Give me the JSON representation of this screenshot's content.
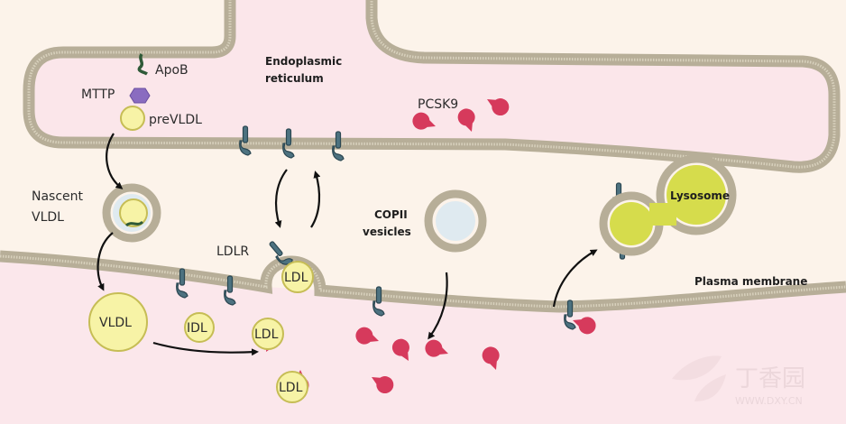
{
  "labels": {
    "apob": "ApoB",
    "mttp": "MTTP",
    "prevldl": "preVLDL",
    "er_line1": "Endoplasmic",
    "er_line2": "reticulum",
    "pcsk9": "PCSK9",
    "nascent_line1": "Nascent",
    "nascent_line2": "VLDL",
    "ldlr": "LDLR",
    "copii_line1": "COPII",
    "copii_line2": "vesicles",
    "lysosome": "Lysosome",
    "plasma_membrane": "Plasma membrane",
    "vldl": "VLDL",
    "idl": "IDL",
    "ldl_pit": "LDL",
    "ldl_1": "LDL",
    "ldl_2": "LDL"
  },
  "watermark": {
    "brand": "丁香园",
    "site": "WWW.DXY.CN"
  },
  "colors": {
    "cytoplasm": "#fcf3ea",
    "lumen": "#fbe6ea",
    "membrane": "#b7ae98",
    "receptor": "#4d7280",
    "pcsk9": "#d63a5c",
    "lipoprotein": "#f7f3a6",
    "lysosome": "#d6dc4c"
  }
}
